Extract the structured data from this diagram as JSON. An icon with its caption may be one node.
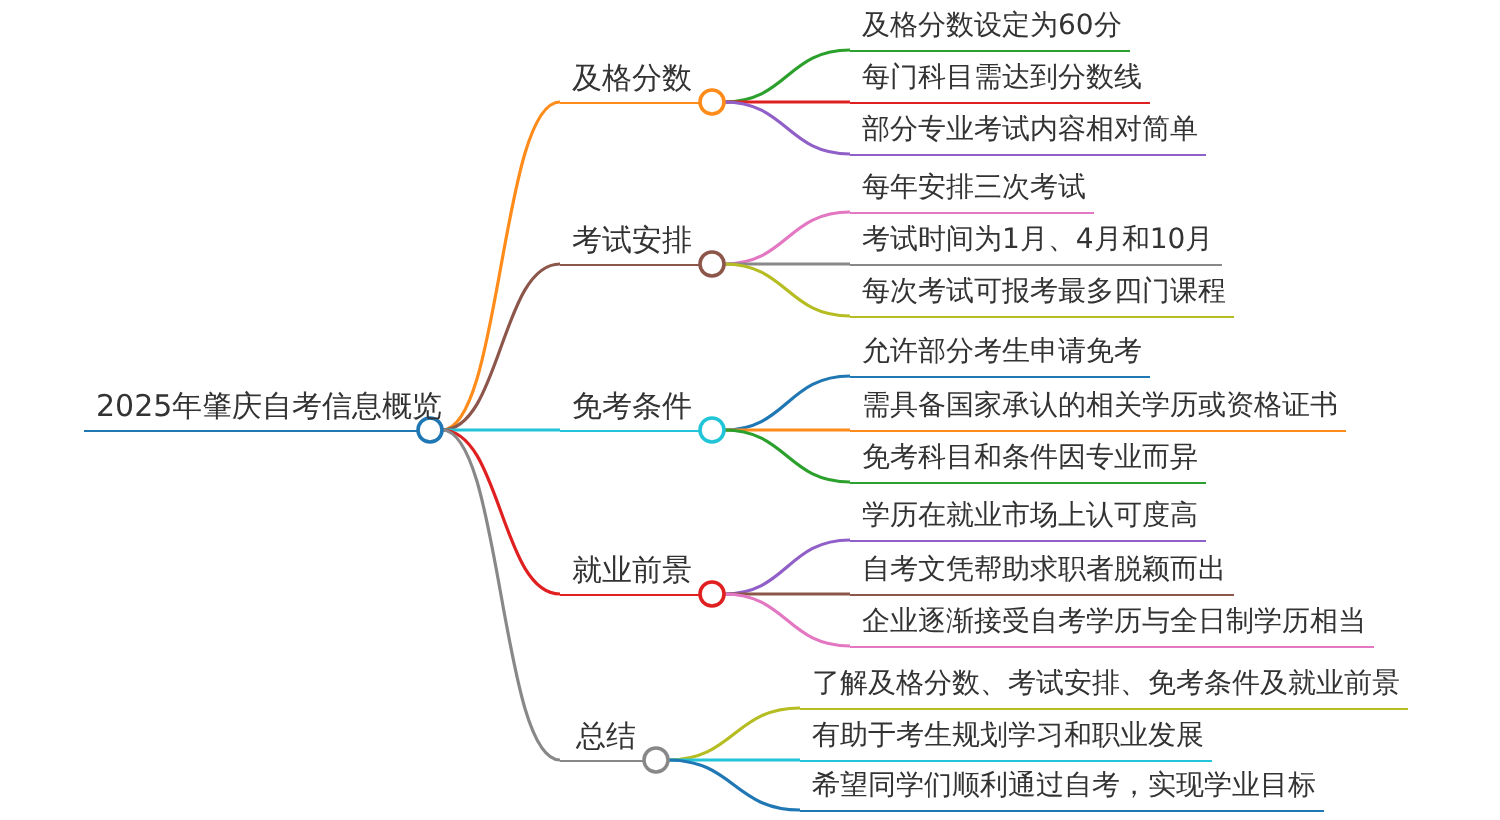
{
  "diagram": {
    "nodes": [
      {
        "text": [
          "2025年肇庆自考信息概览"
        ]
      },
      {
        "text": [
          "及格分数"
        ]
      },
      {
        "text": [
          "及格分数设定为60分"
        ]
      },
      {
        "text": [
          "每门科目需达到分数线"
        ]
      },
      {
        "text": [
          "部分专业考试内容相对简单"
        ]
      },
      {
        "text": [
          "考试安排"
        ]
      },
      {
        "text": [
          "每年安排三次考试"
        ]
      },
      {
        "text": [
          "考试时间为1月、4月和10月"
        ]
      },
      {
        "text": [
          "每次考试可报考最多四门课程"
        ]
      },
      {
        "text": [
          "免考条件"
        ]
      },
      {
        "text": [
          "允许部分考生申请免考"
        ]
      },
      {
        "text": [
          "需具备国家承认的相关学历或资格证书"
        ]
      },
      {
        "text": [
          "免考科目和条件因专业而异"
        ]
      },
      {
        "text": [
          "就业前景"
        ]
      },
      {
        "text": [
          "学历在就业市场上认可度高"
        ]
      },
      {
        "text": [
          "自考文凭帮助求职者脱颖而出"
        ]
      },
      {
        "text": [
          "企业逐渐接受自考学历与全日制学历相当"
        ]
      },
      {
        "text": [
          "总结"
        ]
      },
      {
        "text": [
          "了解及格分数、考试安排、免考条件及就业前景"
        ]
      },
      {
        "text": [
          "有助于考生规划学习和职业发展"
        ]
      },
      {
        "text": [
          "希望同学们顺利通过自考，实现学业目标"
        ]
      }
    ],
    "edges": [
      {
        "from": 0,
        "to": 1,
        "arrow": "none",
        "color": "#ff8c1a"
      },
      {
        "from": 1,
        "to": 2,
        "arrow": "none",
        "color": "#2ca02c"
      },
      {
        "from": 1,
        "to": 3,
        "arrow": "none",
        "color": "#e02020"
      },
      {
        "from": 1,
        "to": 4,
        "arrow": "none",
        "color": "#9060c8"
      },
      {
        "from": 0,
        "to": 5,
        "arrow": "none",
        "color": "#8c564b"
      },
      {
        "from": 5,
        "to": 6,
        "arrow": "none",
        "color": "#e377c2"
      },
      {
        "from": 5,
        "to": 7,
        "arrow": "none",
        "color": "#888888"
      },
      {
        "from": 5,
        "to": 8,
        "arrow": "none",
        "color": "#b5bd22"
      },
      {
        "from": 0,
        "to": 9,
        "arrow": "none",
        "color": "#22c4d8"
      },
      {
        "from": 9,
        "to": 10,
        "arrow": "none",
        "color": "#1f77b4"
      },
      {
        "from": 9,
        "to": 11,
        "arrow": "none",
        "color": "#ff8c1a"
      },
      {
        "from": 9,
        "to": 12,
        "arrow": "none",
        "color": "#2ca02c"
      },
      {
        "from": 0,
        "to": 13,
        "arrow": "none",
        "color": "#e02020"
      },
      {
        "from": 13,
        "to": 14,
        "arrow": "none",
        "color": "#9060c8"
      },
      {
        "from": 13,
        "to": 15,
        "arrow": "none",
        "color": "#8c564b"
      },
      {
        "from": 13,
        "to": 16,
        "arrow": "none",
        "color": "#e377c2"
      },
      {
        "from": 0,
        "to": 17,
        "arrow": "none",
        "color": "#888888"
      },
      {
        "from": 17,
        "to": 18,
        "arrow": "none",
        "color": "#b5bd22"
      },
      {
        "from": 17,
        "to": 19,
        "arrow": "none",
        "color": "#22c4d8"
      },
      {
        "from": 17,
        "to": 20,
        "arrow": "none",
        "color": "#1f77b4"
      }
    ]
  }
}
